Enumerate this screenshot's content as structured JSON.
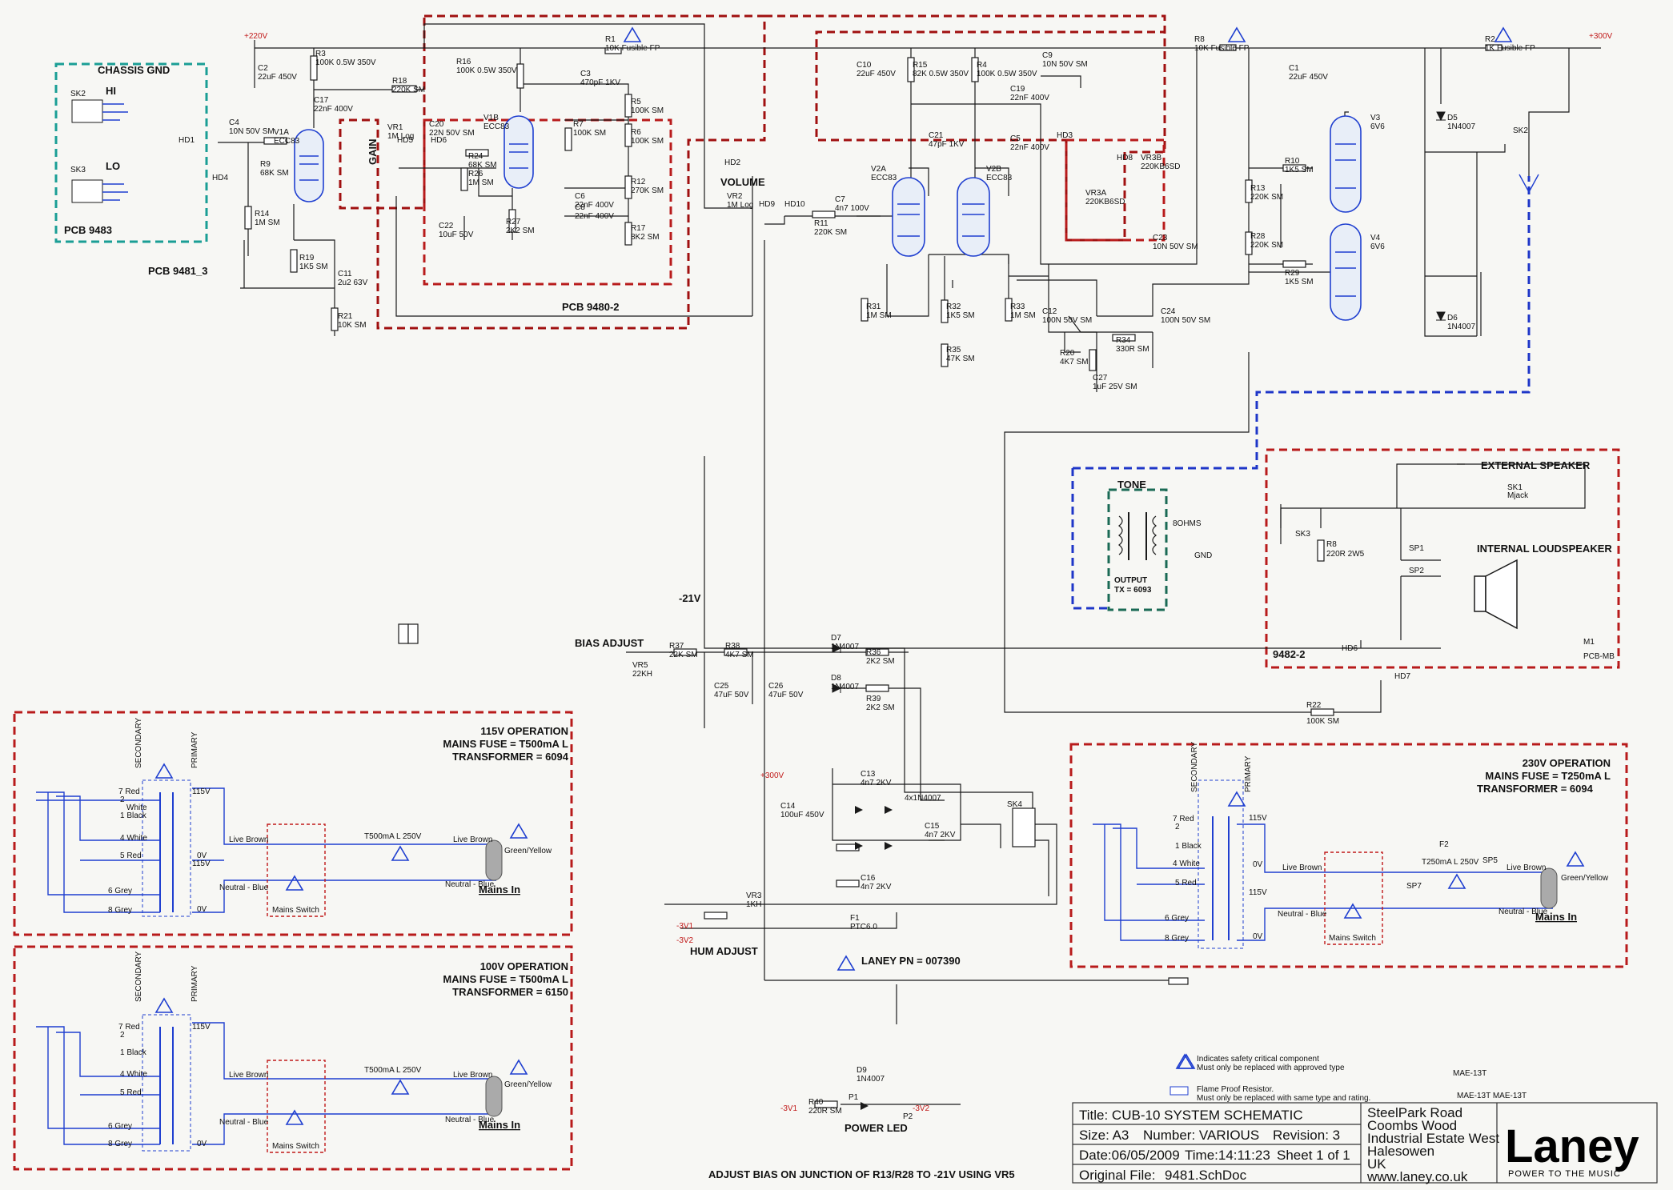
{
  "title_block": {
    "title": "Title: CUB-10 SYSTEM SCHEMATIC",
    "size": "Size: A3",
    "number": "Number: VARIOUS",
    "revision": "Revision: 3",
    "date": "Date:06/05/2009",
    "time": "Time:14:11:23",
    "sheet": "Sheet  1  of  1",
    "original_file_label": "Original File:",
    "original_file": "9481.SchDoc",
    "address": [
      "SteelPark Road",
      "Coombs Wood",
      "Industrial Estate West",
      "Halesowen",
      "UK",
      "www.laney.co.uk"
    ],
    "logo": "Laney",
    "tagline": "POWER TO THE MUSIC"
  },
  "boards": {
    "pcb_9483": "PCB 9483",
    "pcb_9481_3": "PCB 9481_3",
    "pcb_9480_2": "PCB 9480-2",
    "pcb_9482_2": "9482-2"
  },
  "labels": {
    "chassis_gnd": "CHASSIS GND",
    "hi": "HI",
    "lo": "LO",
    "gain": "GAIN",
    "volume": "VOLUME",
    "tone": "TONE",
    "output": "OUTPUT",
    "tx": "TX = 6093",
    "external_speaker": "EXTERNAL SPEAKER",
    "internal_loudspeaker": "INTERNAL LOUDSPEAKER",
    "bias_adjust": "BIAS ADJUST",
    "minus21v": "-21V",
    "hum_adjust": "HUM ADJUST",
    "power_led": "POWER LED",
    "laney_pn": "LANEY PN = 007390",
    "bias_note": "ADJUST BIAS ON JUNCTION OF R13/R28 TO -21V USING VR5",
    "v220": "+220V",
    "v300": "+300V",
    "v300b": "+300V",
    "m3v1": "-3V1",
    "m3v2": "-3V2",
    "ohms": "8OHMS",
    "gnd": "GND",
    "mjack": "Mjack",
    "sk1": "SK1",
    "sk3b": "SK3",
    "m1": "M1",
    "pcbmb": "PCB-MB",
    "hd6": "HD6",
    "hd7": "HD7",
    "sp1": "SP1",
    "sp2": "SP2",
    "r8": "R8",
    "r8v": "220R 2W5",
    "r22": "R22",
    "r22v": "100K SM"
  },
  "legend": {
    "safety_1": "Indicates safety critical component",
    "safety_2": "Must only be replaced with approved type",
    "fp_1": "Flame Proof Resistor.",
    "fp_2": "Must only be replaced with same type and rating.",
    "mae1": "MAE-13T",
    "mae2": "MAE-13T  MAE-13T"
  },
  "operation_blocks": {
    "op115": {
      "title": "115V OPERATION",
      "fuse": "MAINS FUSE = T500mA L",
      "tx": "TRANSFORMER = 6094",
      "fuse_part": "T500mA L 250V"
    },
    "op100": {
      "title": "100V OPERATION",
      "fuse": "MAINS FUSE = T500mA L",
      "tx": "TRANSFORMER = 6150",
      "fuse_part": "T500mA L 250V"
    },
    "op230": {
      "title": "230V OPERATION",
      "fuse": "MAINS FUSE = T250mA L",
      "tx": "TRANSFORMER = 6094",
      "fuse_part": "T250mA L 250V"
    }
  },
  "mains_labels": {
    "secondary": "SECONDARY",
    "primary": "PRIMARY",
    "live_brown": "Live Brown",
    "neutral_blue": "Neutral - Blue",
    "green_yellow": "Green/Yellow",
    "mains_in": "Mains In",
    "mains_switch": "Mains Switch",
    "v115": "115V",
    "v0": "0V",
    "w7": "7  Red",
    "w2": "2",
    "w1": "1  Black",
    "w4": "4  White",
    "w5": "5  Red",
    "w6": "6  Grey",
    "w8": "8  Grey",
    "white": "White",
    "f2": "F2",
    "sp5": "SP5",
    "sp7": "SP7"
  },
  "components": [
    {
      "id": "c2",
      "ref": "C2",
      "val": "22uF 450V"
    },
    {
      "id": "r3",
      "ref": "R3",
      "val": "100K 0.5W 350V"
    },
    {
      "id": "c17",
      "ref": "C17",
      "val": "22nF 400V"
    },
    {
      "id": "r18",
      "ref": "R18",
      "val": "220K SM"
    },
    {
      "id": "r1",
      "ref": "R1",
      "val": "10K Fusible FP"
    },
    {
      "id": "r16",
      "ref": "R16",
      "val": "100K 0.5W 350V"
    },
    {
      "id": "c3",
      "ref": "C3",
      "val": "470pF 1KV"
    },
    {
      "id": "r5",
      "ref": "R5",
      "val": "100K SM"
    },
    {
      "id": "r6",
      "ref": "R6",
      "val": "100K SM"
    },
    {
      "id": "c6",
      "ref": "C6",
      "val": "22nF 400V"
    },
    {
      "id": "r7",
      "ref": "R7",
      "val": "100K SM"
    },
    {
      "id": "r12",
      "ref": "R12",
      "val": "270K SM"
    },
    {
      "id": "c8",
      "ref": "C8",
      "val": "22nF 400V"
    },
    {
      "id": "r17",
      "ref": "R17",
      "val": "8K2 SM"
    },
    {
      "id": "v1a",
      "ref": "V1A",
      "val": "ECC83"
    },
    {
      "id": "v1b",
      "ref": "V1B",
      "val": "ECC83"
    },
    {
      "id": "c4",
      "ref": "C4",
      "val": "10N 50V SM"
    },
    {
      "id": "r9",
      "ref": "R9",
      "val": "68K SM"
    },
    {
      "id": "r14",
      "ref": "R14",
      "val": "1M SM"
    },
    {
      "id": "r19",
      "ref": "R19",
      "val": "1K5 SM"
    },
    {
      "id": "c11",
      "ref": "C11",
      "val": "2u2 63V"
    },
    {
      "id": "r21",
      "ref": "R21",
      "val": "10K SM"
    },
    {
      "id": "vr1",
      "ref": "VR1",
      "val": "1M Log"
    },
    {
      "id": "c20",
      "ref": "C20",
      "val": "22N 50V SM"
    },
    {
      "id": "r24",
      "ref": "R24",
      "val": "68K SM"
    },
    {
      "id": "r26",
      "ref": "R26",
      "val": "1M SM"
    },
    {
      "id": "c22",
      "ref": "C22",
      "val": "10uF 50V"
    },
    {
      "id": "r27",
      "ref": "R27",
      "val": "2K2 SM"
    },
    {
      "id": "vr2",
      "ref": "VR2",
      "val": "1M Log"
    },
    {
      "id": "c7",
      "ref": "C7",
      "val": "4n7 100V"
    },
    {
      "id": "r11",
      "ref": "R11",
      "val": "220K SM"
    },
    {
      "id": "c10",
      "ref": "C10",
      "val": "22uF 450V"
    },
    {
      "id": "r15",
      "ref": "R15",
      "val": "82K 0.5W 350V"
    },
    {
      "id": "r4",
      "ref": "R4",
      "val": "100K 0.5W 350V"
    },
    {
      "id": "c9",
      "ref": "C9",
      "val": "10N 50V SM"
    },
    {
      "id": "c19",
      "ref": "C19",
      "val": "22nF 400V"
    },
    {
      "id": "c21",
      "ref": "C21",
      "val": "47pF 1KV"
    },
    {
      "id": "c5",
      "ref": "C5",
      "val": "22nF 400V"
    },
    {
      "id": "v2a",
      "ref": "V2A",
      "val": "ECC83"
    },
    {
      "id": "v2b",
      "ref": "V2B",
      "val": "ECC83"
    },
    {
      "id": "vr3a",
      "ref": "VR3A",
      "val": "220KB6SD"
    },
    {
      "id": "vr3b",
      "ref": "VR3B",
      "val": "220KB6SD"
    },
    {
      "id": "c23",
      "ref": "C23",
      "val": "10N 50V SM"
    },
    {
      "id": "r31",
      "ref": "R31",
      "val": "1M SM"
    },
    {
      "id": "r32",
      "ref": "R32",
      "val": "1K5 SM"
    },
    {
      "id": "r33",
      "ref": "R33",
      "val": "1M SM"
    },
    {
      "id": "r35",
      "ref": "R35",
      "val": "47K SM"
    },
    {
      "id": "c12",
      "ref": "C12",
      "val": "100N 50V SM"
    },
    {
      "id": "c24",
      "ref": "C24",
      "val": "100N 50V SM"
    },
    {
      "id": "r34",
      "ref": "R34",
      "val": "330R SM"
    },
    {
      "id": "r20",
      "ref": "R20",
      "val": "4K7 SM"
    },
    {
      "id": "c27",
      "ref": "C27",
      "val": "1uF 25V SM"
    },
    {
      "id": "r8b",
      "ref": "R8",
      "val": "10K Fusible FP"
    },
    {
      "id": "c1",
      "ref": "C1",
      "val": "22uF 450V"
    },
    {
      "id": "r2",
      "ref": "R2",
      "val": "1K Fusible FP"
    },
    {
      "id": "r13",
      "ref": "R13",
      "val": "220K SM"
    },
    {
      "id": "r28",
      "ref": "R28",
      "val": "220K SM"
    },
    {
      "id": "r10",
      "ref": "R10",
      "val": "1K5 SM"
    },
    {
      "id": "r29",
      "ref": "R29",
      "val": "1K5 SM"
    },
    {
      "id": "v3",
      "ref": "V3",
      "val": "6V6"
    },
    {
      "id": "v4",
      "ref": "V4",
      "val": "6V6"
    },
    {
      "id": "d5",
      "ref": "D5",
      "val": "1N4007"
    },
    {
      "id": "d6",
      "ref": "D6",
      "val": "1N4007"
    },
    {
      "id": "r37",
      "ref": "R37",
      "val": "22K SM"
    },
    {
      "id": "r38",
      "ref": "R38",
      "val": "4K7 SM"
    },
    {
      "id": "vr5",
      "ref": "VR5",
      "val": "22KH"
    },
    {
      "id": "c25",
      "ref": "C25",
      "val": "47uF 50V"
    },
    {
      "id": "c26",
      "ref": "C26",
      "val": "47uF 50V"
    },
    {
      "id": "d7",
      "ref": "D7",
      "val": "1N4007"
    },
    {
      "id": "d8",
      "ref": "D8",
      "val": "1N4007"
    },
    {
      "id": "r36",
      "ref": "R36",
      "val": "2K2 SM"
    },
    {
      "id": "r39",
      "ref": "R39",
      "val": "2K2 SM"
    },
    {
      "id": "c14",
      "ref": "C14",
      "val": "100uF 450V"
    },
    {
      "id": "c13",
      "ref": "C13",
      "val": "4n7 2KV"
    },
    {
      "id": "c15",
      "ref": "C15",
      "val": "4n7 2KV"
    },
    {
      "id": "c16",
      "ref": "C16",
      "val": "4n7 2KV"
    },
    {
      "id": "bridge",
      "ref": "4x1N4007",
      "val": ""
    },
    {
      "id": "vr3",
      "ref": "VR3",
      "val": "1KH"
    },
    {
      "id": "f1",
      "ref": "F1",
      "val": "PTC6.0"
    },
    {
      "id": "d9",
      "ref": "D9",
      "val": "1N4007"
    },
    {
      "id": "r40",
      "ref": "R40",
      "val": "220R SM"
    }
  ],
  "connectors": [
    "SK2",
    "SK3",
    "HD1",
    "HD4",
    "HD5",
    "HD6",
    "HD2",
    "HD9",
    "HD10",
    "HD3",
    "HD8",
    "SK4",
    "SK2b",
    "P1",
    "P2"
  ]
}
